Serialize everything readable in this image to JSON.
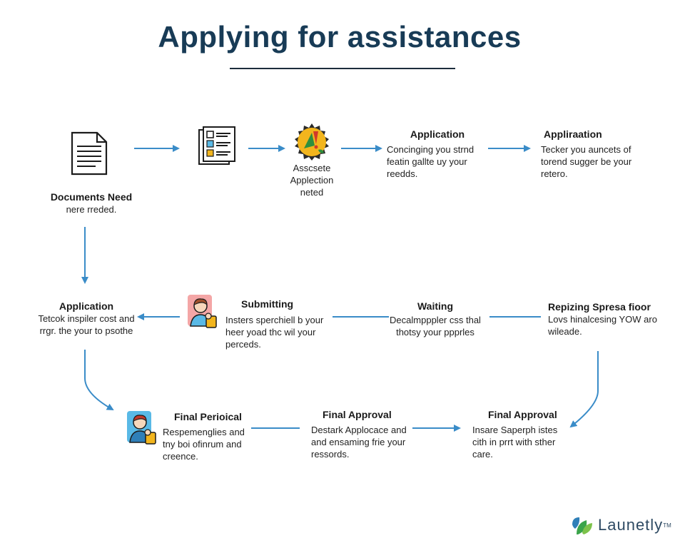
{
  "title": "Applying for assistances",
  "steps": [
    {
      "heading": "Documents Need",
      "body": "nere rreded.",
      "icon": "document-icon"
    },
    {
      "heading": "",
      "body": "",
      "icon": "form-icon"
    },
    {
      "heading": "",
      "body": "Asscsete\nApplection\nneted",
      "icon": "badge-icon"
    },
    {
      "heading": "Application",
      "body": "Concinging you strnd\nfeatin gallte uy your\nreedds.",
      "icon": ""
    },
    {
      "heading": "Appliraation",
      "body": "Tecker you auncets of\ntorend sugger be your\nretero.",
      "icon": ""
    },
    {
      "heading": "Application",
      "body": "Tetcok inspiler cost and\nrrgr. the your to psothe",
      "icon": ""
    },
    {
      "heading": "Submitting",
      "body": "Insters sperchiell b your\nheer yoad thc wil your\nperceds.",
      "icon": "person-icon"
    },
    {
      "heading": "Waiting",
      "body": "Decalmpppler css thal\nthotsy your ppprles",
      "icon": ""
    },
    {
      "heading": "Repizing Spresa fioor",
      "body": "Lovs hinalcesing YOW aro\nwileade.",
      "icon": ""
    },
    {
      "heading": "Final Perioical",
      "body": "Respemenglies and\ntny boi ofinrum and\ncreence.",
      "icon": "person-icon"
    },
    {
      "heading": "Final Approval",
      "body": "Destark Applocace and\nand ensaming frie your\nressords.",
      "icon": ""
    },
    {
      "heading": "Final Approval",
      "body": "Insare Saperph istes\ncith in prrt with sther\ncare.",
      "icon": ""
    }
  ],
  "logo": {
    "name": "Launetly",
    "tm": "TM",
    "icon": "leaf-logo-icon"
  },
  "colors": {
    "title": "#183b56",
    "arrow": "#3a8cc8",
    "accent_yellow": "#f2b51d",
    "accent_red": "#d23a2a"
  }
}
